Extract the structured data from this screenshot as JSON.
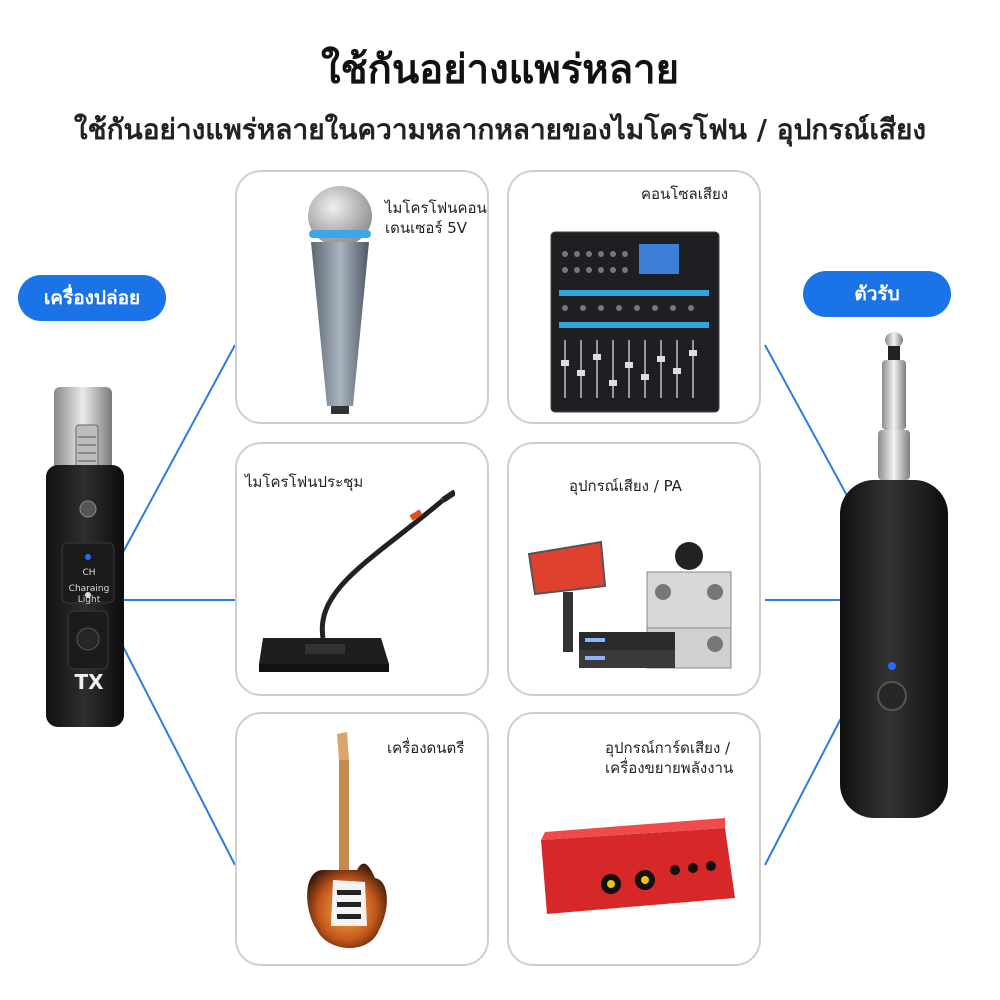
{
  "header": {
    "title": "ใช้กันอย่างแพร่หลาย",
    "subtitle": "ใช้กันอย่างแพร่หลายในความหลากหลายของไมโครโฟน / อุปกรณ์เสียง"
  },
  "transmitter": {
    "pill_label": "เครื่องปล่อย",
    "ch_label": "CH",
    "light_label_1": "Charaing",
    "light_label_2": "Light",
    "tx_label": "TX"
  },
  "receiver": {
    "pill_label": "ตัวรับ"
  },
  "cards": {
    "condenser_mic": {
      "line1": "ไมโครโฟนคอน",
      "line2": "เดนเซอร์ 5V"
    },
    "console": {
      "line1": "คอนโซลเสียง"
    },
    "conference_mic": {
      "line1": "ไมโครโฟนประชุม"
    },
    "pa": {
      "line1": "อุปกรณ์เสียง / PA"
    },
    "instrument": {
      "line1": "เครื่องดนตรี"
    },
    "audio_card": {
      "line1": "อุปกรณ์การ์ดเสียง /",
      "line2": "เครื่องขยายพลังงาน"
    }
  },
  "colors": {
    "accent": "#1a74e8",
    "line": "#2a7de1",
    "card_border": "#cfcfcf"
  }
}
